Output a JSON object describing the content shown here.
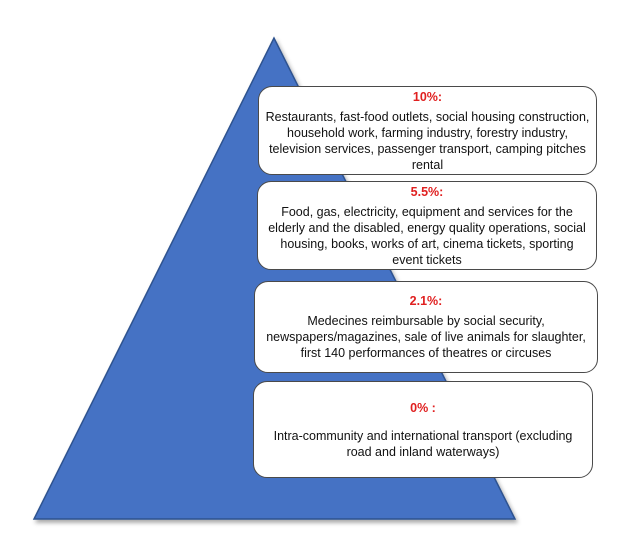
{
  "colors": {
    "pyramid_fill": "#4472c4",
    "pyramid_stroke": "#2f528f",
    "rate_text": "#e02020"
  },
  "tiers": [
    {
      "rate": "10%:",
      "description": "Restaurants, fast-food outlets, social housing construction, household work, farming industry, forestry industry, television services, passenger transport, camping pitches rental"
    },
    {
      "rate": "5.5%:",
      "description": "Food, gas, electricity, equipment and services for the elderly and the disabled, energy quality operations, social housing, books, works of art, cinema tickets, sporting event tickets"
    },
    {
      "rate": "2.1%:",
      "description": "Medecines reimbursable by social security, newspapers/magazines, sale of live animals for slaughter, first 140 performances of theatres or circuses"
    },
    {
      "rate": "0% :",
      "description": "Intra-community and international transport (excluding road and inland waterways)"
    }
  ]
}
